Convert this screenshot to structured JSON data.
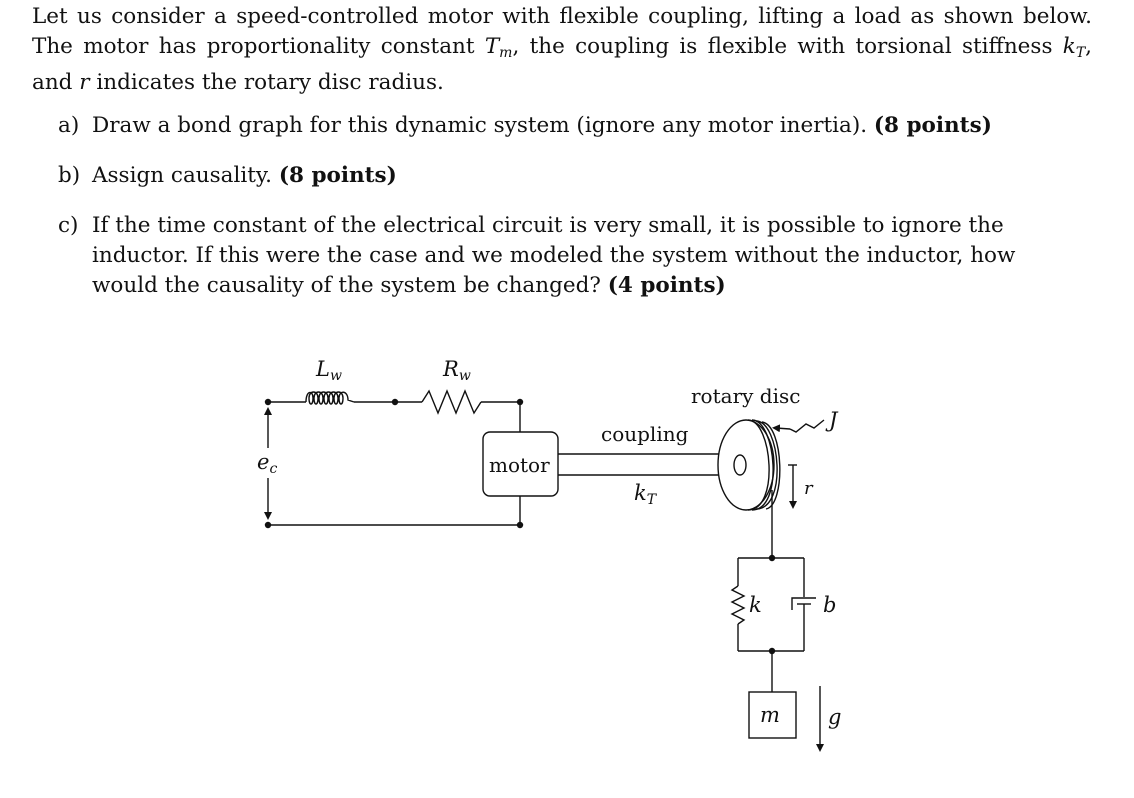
{
  "intro": {
    "part1": "Let us consider a speed-controlled motor with flexible coupling, lifting a load as shown below. The motor has proportionality constant ",
    "tm_symbol": "T",
    "tm_sub": "m",
    "part2": ", the coupling is flexible with torsional stiffness ",
    "kt_symbol": "k",
    "kt_sub": "T",
    "part3": ", and ",
    "r_symbol": "r",
    "part4": " indicates the rotary disc radius."
  },
  "questions": [
    {
      "label": "a)",
      "text": "Draw a bond graph for this dynamic system (ignore any motor inertia). ",
      "points": "(8 points)"
    },
    {
      "label": "b)",
      "text": "Assign causality. ",
      "points": "(8 points)"
    },
    {
      "label": "c)",
      "text": "If the time constant of the electrical circuit is very small, it is possible to ignore the inductor. If this were the case and we modeled the system without the inductor, how would the causality of the system be changed? ",
      "points": "(4 points)"
    }
  ],
  "diagram": {
    "inductor_label": "L",
    "inductor_sub": "w",
    "resistor_label": "R",
    "resistor_sub": "w",
    "voltage_label": "e",
    "voltage_sub": "c",
    "motor_label": "motor",
    "coupling_label": "coupling",
    "coupling_stiffness": "k",
    "coupling_stiffness_sub": "T",
    "disc_label": "rotary disc",
    "inertia_label": "J",
    "radius_label": "r",
    "spring_label": "k",
    "damper_label": "b",
    "mass_label": "m",
    "gravity_label": "g"
  }
}
